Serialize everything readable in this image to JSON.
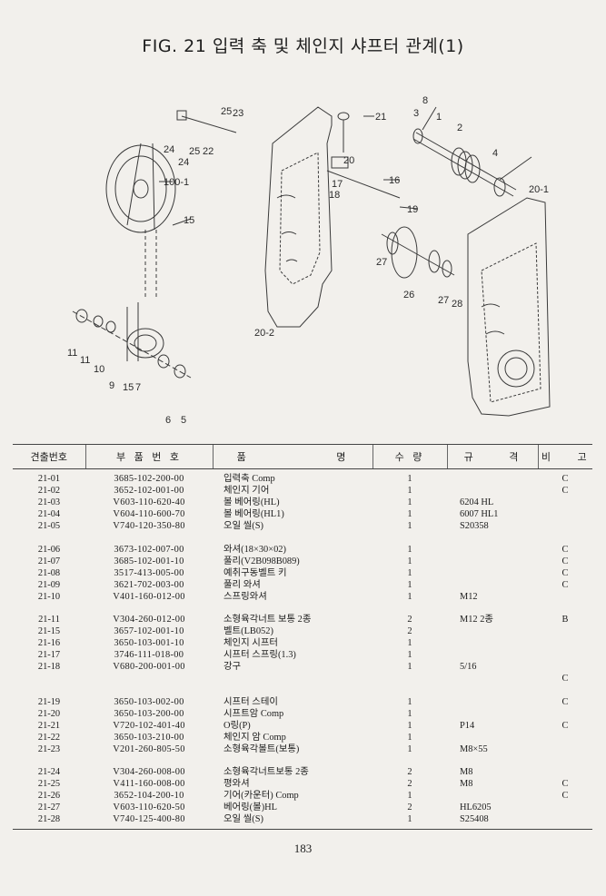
{
  "title": "FIG. 21 입력 축 및 체인지 샤프터 관계(1)",
  "diagram": {
    "callouts": [
      "8",
      "3",
      "1",
      "2",
      "21",
      "25",
      "23",
      "24",
      "25",
      "22",
      "24",
      "20",
      "17",
      "18",
      "16",
      "100-1",
      "4",
      "20-1",
      "15",
      "19",
      "27",
      "26",
      "27",
      "28",
      "20-2",
      "11",
      "11",
      "10",
      "9",
      "15",
      "7",
      "6",
      "5"
    ]
  },
  "table": {
    "headers": {
      "no": "견출번호",
      "part_number": "부 품 번 호",
      "name": "품 명",
      "qty": "수 량",
      "spec": "규 격",
      "note": "비 고"
    },
    "rows": [
      {
        "no": "21-01",
        "pn": "3685-102-200-00",
        "name": "입력축 Comp",
        "qty": "1",
        "spec": "",
        "note": "C"
      },
      {
        "no": "21-02",
        "pn": "3652-102-001-00",
        "name": "체인지 기어",
        "qty": "1",
        "spec": "",
        "note": "C"
      },
      {
        "no": "21-03",
        "pn": "V603-110-620-40",
        "name": "볼 베어링(HL)",
        "qty": "1",
        "spec": "6204 HL",
        "note": ""
      },
      {
        "no": "21-04",
        "pn": "V604-110-600-70",
        "name": "볼 베어링(HL1)",
        "qty": "1",
        "spec": "6007 HL1",
        "note": ""
      },
      {
        "no": "21-05",
        "pn": "V740-120-350-80",
        "name": "오일 씰(S)",
        "qty": "1",
        "spec": "S20358",
        "note": ""
      },
      {
        "no": "21-06",
        "pn": "3673-102-007-00",
        "name": "와셔(18×30×02)",
        "qty": "1",
        "spec": "",
        "note": "C"
      },
      {
        "no": "21-07",
        "pn": "3685-102-001-10",
        "name": "풀리(V2B098B089)",
        "qty": "1",
        "spec": "",
        "note": "C"
      },
      {
        "no": "21-08",
        "pn": "3517-413-005-00",
        "name": "예취구동벨트 키",
        "qty": "1",
        "spec": "",
        "note": "C"
      },
      {
        "no": "21-09",
        "pn": "3621-702-003-00",
        "name": "풀리 와셔",
        "qty": "1",
        "spec": "",
        "note": "C"
      },
      {
        "no": "21-10",
        "pn": "V401-160-012-00",
        "name": "스프링와셔",
        "qty": "1",
        "spec": "M12",
        "note": ""
      },
      {
        "no": "21-11",
        "pn": "V304-260-012-00",
        "name": "소형육각너트 보통 2종",
        "qty": "2",
        "spec": "M12 2종",
        "note": "B"
      },
      {
        "no": "21-15",
        "pn": "3657-102-001-10",
        "name": "벨트(LB052)",
        "qty": "2",
        "spec": "",
        "note": ""
      },
      {
        "no": "21-16",
        "pn": "3650-103-001-10",
        "name": "체인지 시프터",
        "qty": "1",
        "spec": "",
        "note": ""
      },
      {
        "no": "21-17",
        "pn": "3746-111-018-00",
        "name": "시프터 스프링(1.3)",
        "qty": "1",
        "spec": "",
        "note": ""
      },
      {
        "no": "21-18",
        "pn": "V680-200-001-00",
        "name": "강구",
        "qty": "1",
        "spec": "5/16",
        "note": ""
      },
      {
        "no": "",
        "pn": "",
        "name": "",
        "qty": "",
        "spec": "",
        "note": "C"
      },
      {
        "no": "21-19",
        "pn": "3650-103-002-00",
        "name": "시프터 스테이",
        "qty": "1",
        "spec": "",
        "note": "C"
      },
      {
        "no": "21-20",
        "pn": "3650-103-200-00",
        "name": "시프트암 Comp",
        "qty": "1",
        "spec": "",
        "note": ""
      },
      {
        "no": "21-21",
        "pn": "V720-102-401-40",
        "name": "O링(P)",
        "qty": "1",
        "spec": "P14",
        "note": "C"
      },
      {
        "no": "21-22",
        "pn": "3650-103-210-00",
        "name": "체인지 암 Comp",
        "qty": "1",
        "spec": "",
        "note": ""
      },
      {
        "no": "21-23",
        "pn": "V201-260-805-50",
        "name": "소형육각볼트(보통)",
        "qty": "1",
        "spec": "M8×55",
        "note": ""
      },
      {
        "no": "21-24",
        "pn": "V304-260-008-00",
        "name": "소형육각너트보통 2종",
        "qty": "2",
        "spec": "M8",
        "note": ""
      },
      {
        "no": "21-25",
        "pn": "V411-160-008-00",
        "name": "평와셔",
        "qty": "2",
        "spec": "M8",
        "note": "C"
      },
      {
        "no": "21-26",
        "pn": "3652-104-200-10",
        "name": "기어(카운터) Comp",
        "qty": "1",
        "spec": "",
        "note": "C"
      },
      {
        "no": "21-27",
        "pn": "V603-110-620-50",
        "name": "베어링(볼)HL",
        "qty": "2",
        "spec": "HL6205",
        "note": ""
      },
      {
        "no": "21-28",
        "pn": "V740-125-400-80",
        "name": "오일 씰(S)",
        "qty": "1",
        "spec": "S25408",
        "note": ""
      }
    ]
  },
  "page_number": "183"
}
